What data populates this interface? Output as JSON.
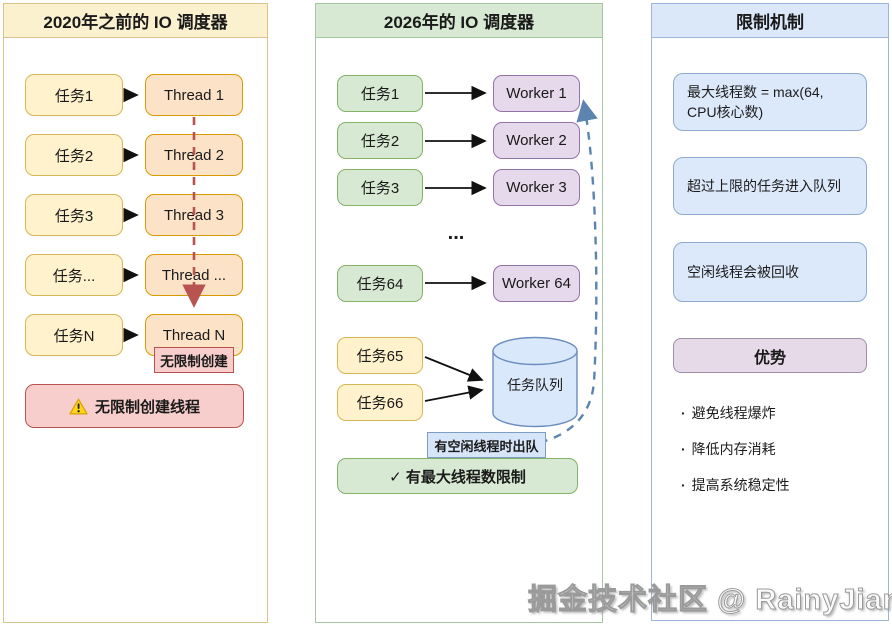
{
  "left": {
    "title": "2020年之前的 IO 调度器",
    "rows": [
      {
        "task": "任务1",
        "thread": "Thread 1"
      },
      {
        "task": "任务2",
        "thread": "Thread 2"
      },
      {
        "task": "任务3",
        "thread": "Thread 3"
      },
      {
        "task": "任务...",
        "thread": "Thread ..."
      },
      {
        "task": "任务N",
        "thread": "Thread N"
      }
    ],
    "unlimited_label": "无限制创建",
    "warning_text": "无限制创建线程"
  },
  "middle": {
    "title": "2026年的 IO 调度器",
    "rows": [
      {
        "task": "任务1",
        "worker": "Worker 1"
      },
      {
        "task": "任务2",
        "worker": "Worker 2"
      },
      {
        "task": "任务3",
        "worker": "Worker 3"
      }
    ],
    "ellipsis": "...",
    "row64": {
      "task": "任务64",
      "worker": "Worker 64"
    },
    "queued_tasks": [
      "任务65",
      "任务66"
    ],
    "queue_label": "任务队列",
    "dequeue_label": "有空闲线程时出队",
    "limit_text": "✓ 有最大线程数限制"
  },
  "right": {
    "title": "限制机制",
    "rules": [
      "最大线程数 = max(64, CPU核心数)",
      "超过上限的任务进入队列",
      "空闲线程会被回收"
    ],
    "advantages_title": "优势",
    "bullet": "·",
    "advantages": [
      "避免线程爆炸",
      "降低内存消耗",
      "提高系统稳定性"
    ]
  },
  "watermark": "掘金技术社区 @ RainyJiang",
  "colors": {
    "yellow_fill": "#FFF2CC",
    "yellow_border": "#D6B656",
    "orange_fill": "#FCE3C8",
    "orange_border": "#D79B00",
    "green_fill": "#D7E9D3",
    "green_border": "#82B366",
    "purple_fill": "#E5D9EB",
    "purple_border": "#9673A6",
    "blue_fill": "#DCE9FB",
    "blue_border": "#6C8EBF",
    "pink_fill": "#F8CECC",
    "pink_border": "#B85450",
    "red_dashed_arrow": "#B85450",
    "blue_dashed_arrow": "#5B84B1",
    "warning_icon_yellow": "#FFD21E"
  }
}
